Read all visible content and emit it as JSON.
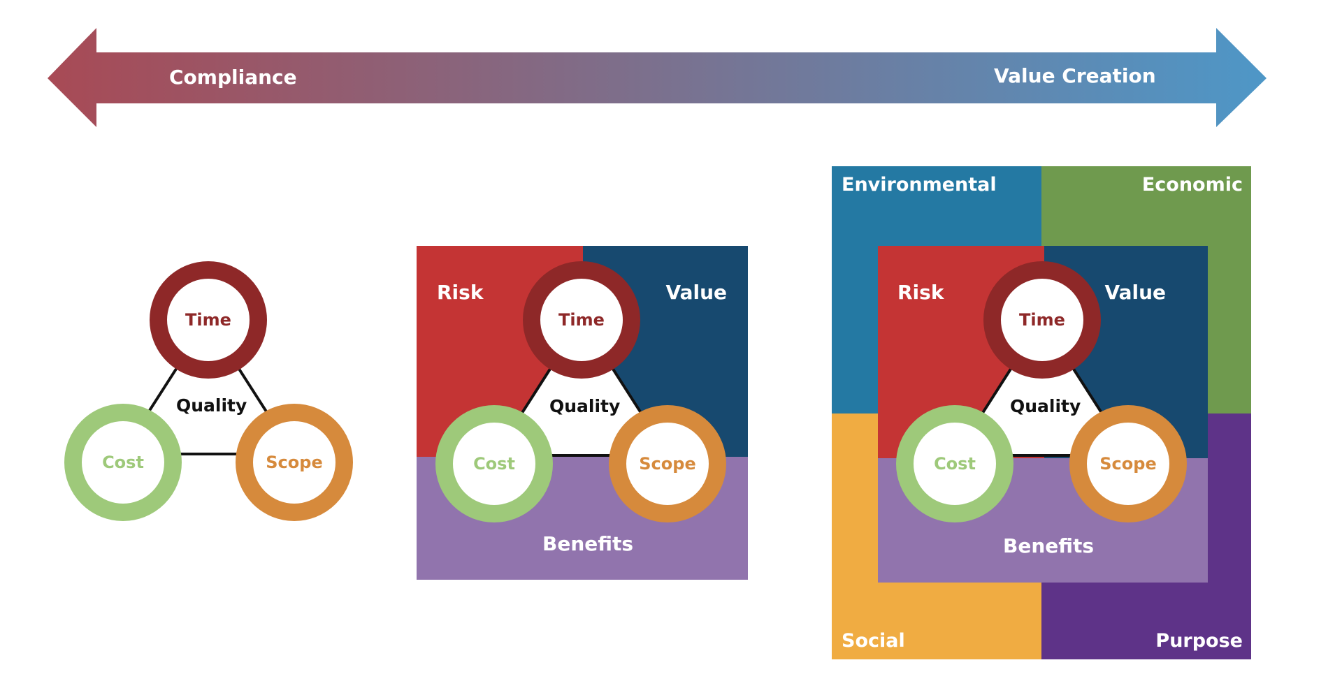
{
  "arrow": {
    "left_label": "Compliance",
    "right_label": "Value Creation",
    "gradient_start": "#a84a55",
    "gradient_end": "#4e97c7"
  },
  "colors": {
    "time": "#8e2828",
    "cost": "#9ec97a",
    "scope": "#d68a3c",
    "risk": "#c43434",
    "value": "#17496f",
    "benefits": "#9174ad",
    "environmental": "#2479a3",
    "economic": "#6f9a4e",
    "social": "#f0ac42",
    "purpose": "#5e3388"
  },
  "diagram1": {
    "time": "Time",
    "quality": "Quality",
    "cost": "Cost",
    "scope": "Scope"
  },
  "diagram2": {
    "risk": "Risk",
    "value": "Value",
    "benefits": "Benefits",
    "time": "Time",
    "quality": "Quality",
    "cost": "Cost",
    "scope": "Scope"
  },
  "diagram3": {
    "environmental": "Environmental",
    "economic": "Economic",
    "social": "Social",
    "purpose": "Purpose",
    "risk": "Risk",
    "value": "Value",
    "benefits": "Benefits",
    "time": "Time",
    "quality": "Quality",
    "cost": "Cost",
    "scope": "Scope"
  }
}
